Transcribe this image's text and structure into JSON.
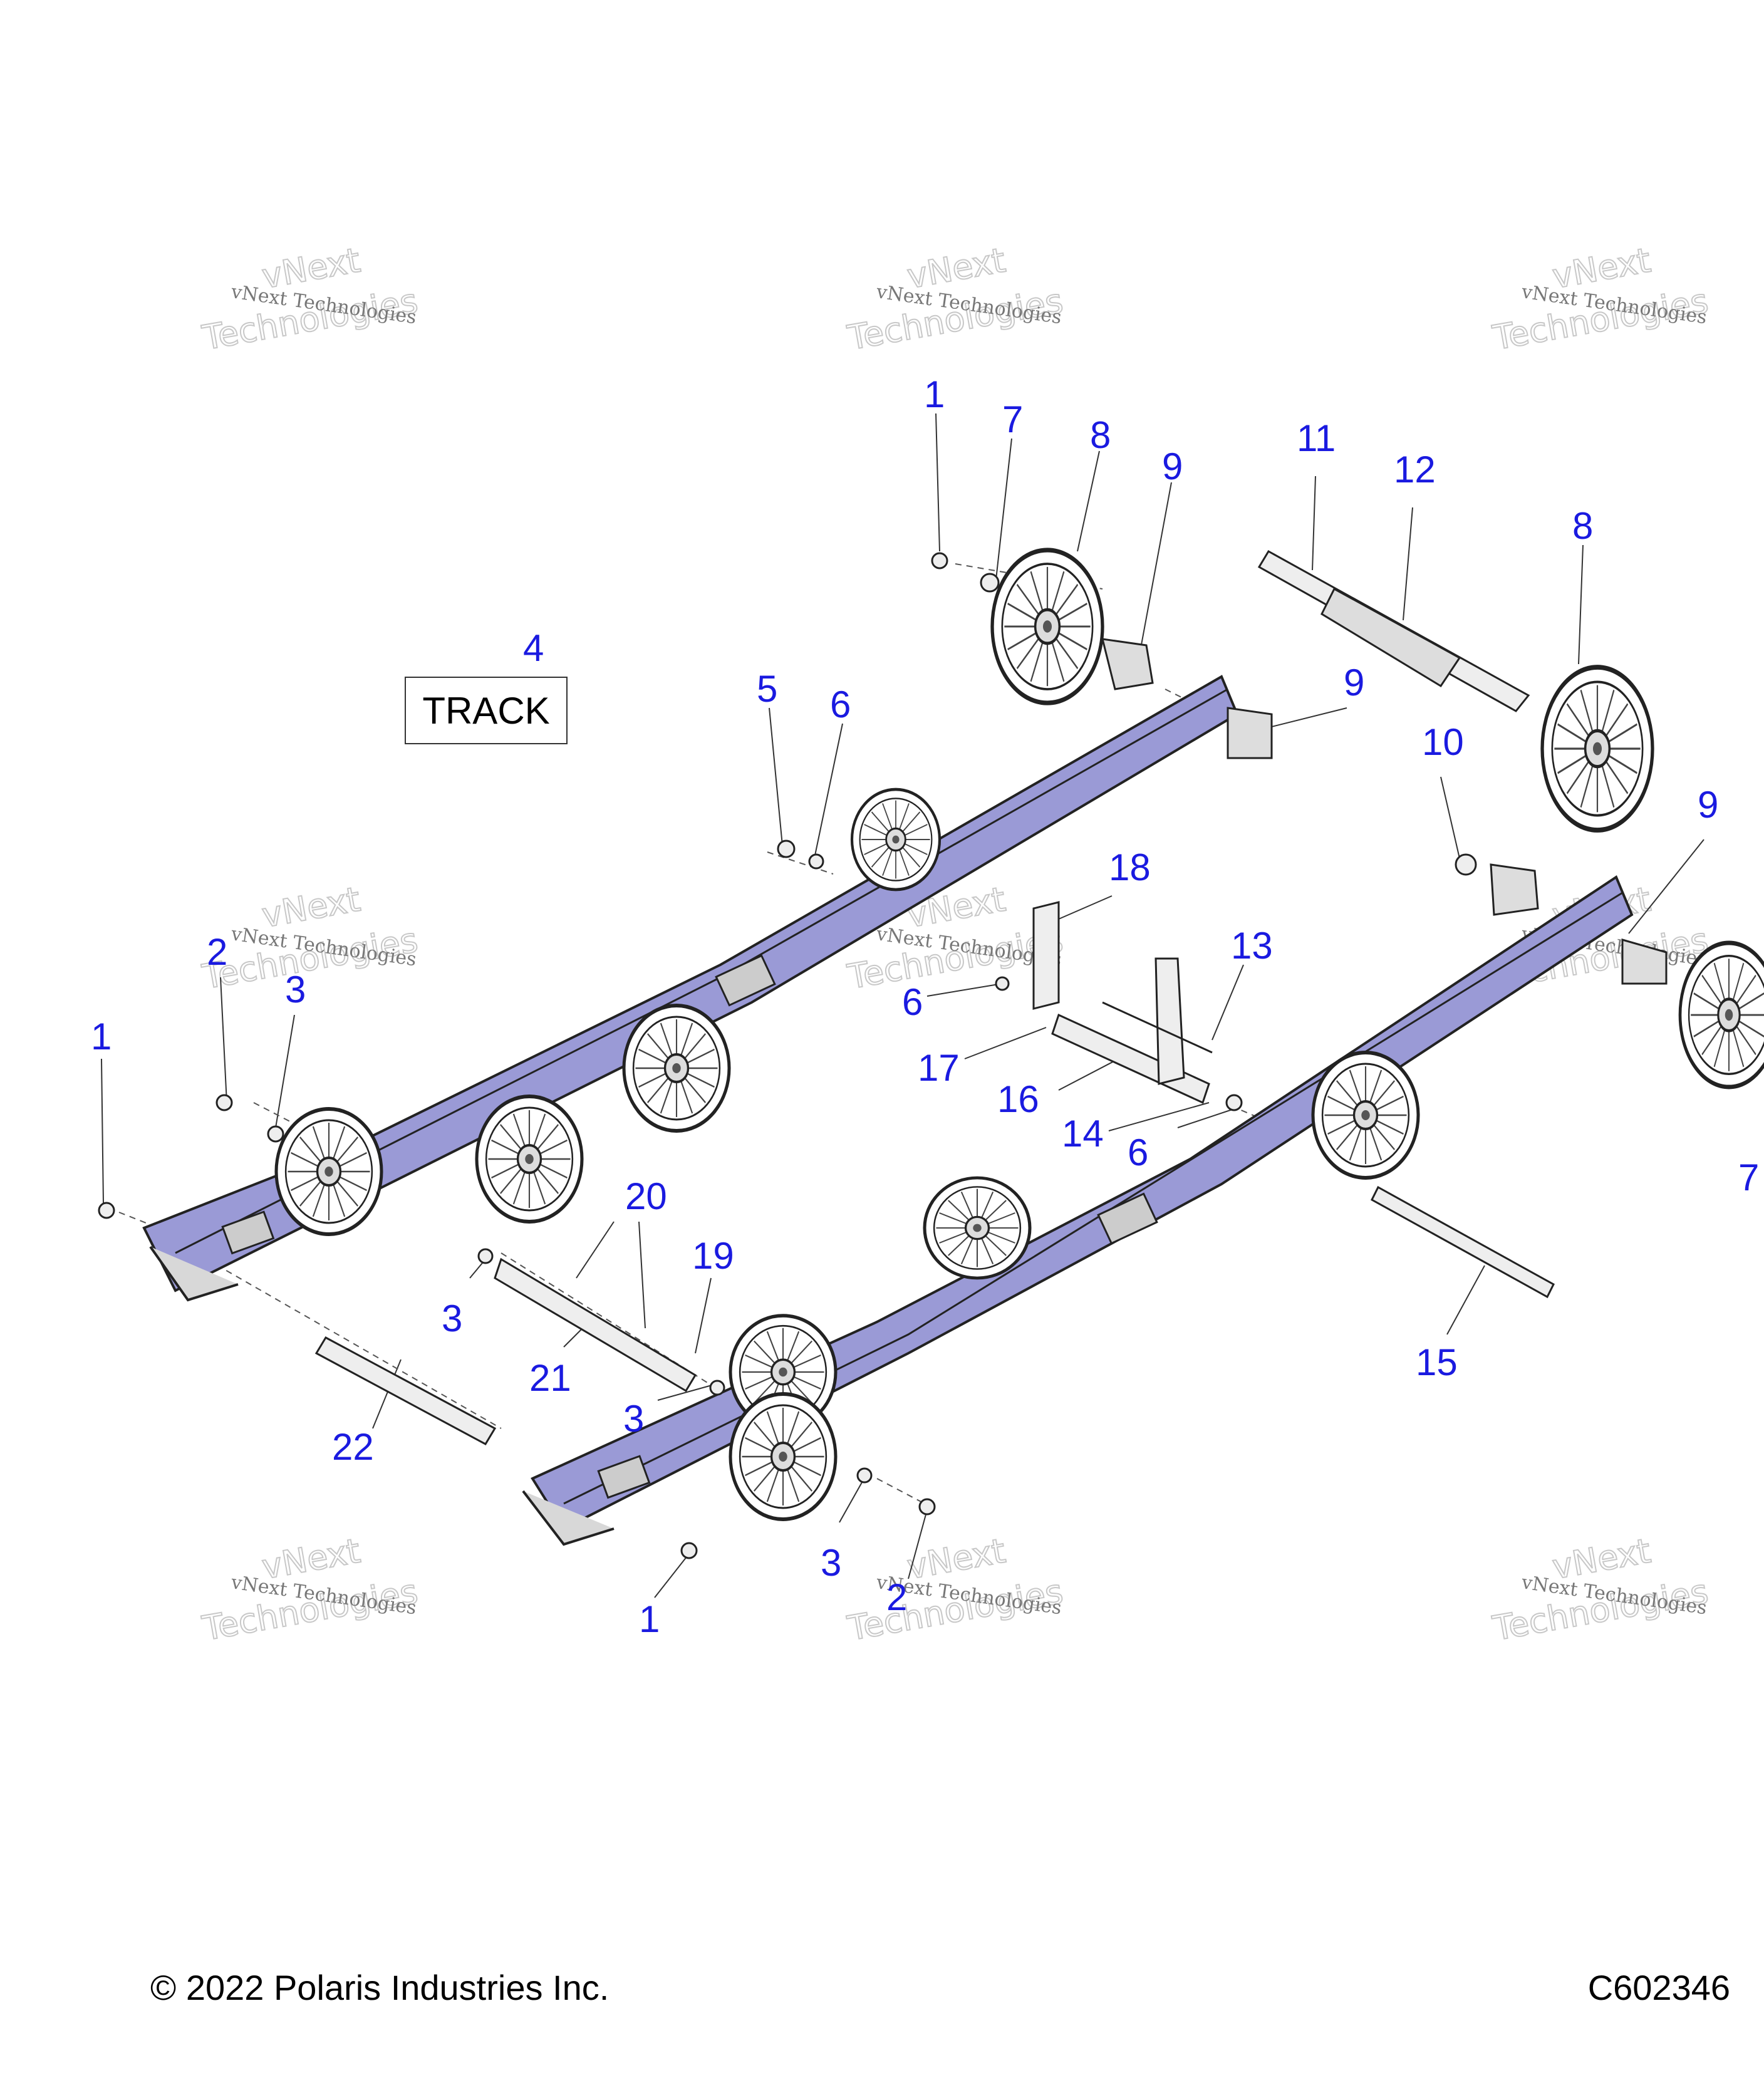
{
  "diagram": {
    "callouts": [
      "1",
      "7",
      "8",
      "9",
      "11",
      "12",
      "8",
      "4",
      "5",
      "6",
      "9",
      "10",
      "9",
      "18",
      "13",
      "2",
      "3",
      "1",
      "6",
      "17",
      "16",
      "14",
      "6",
      "20",
      "19",
      "3",
      "21",
      "3",
      "22",
      "15",
      "3",
      "1",
      "2",
      "7"
    ],
    "track_label": "TRACK",
    "watermark_small": "vNext Technologies",
    "watermark_big_line1": "vNext",
    "watermark_big_line2": "Technologies",
    "copyright": "© 2022 Polaris Industries Inc.",
    "figure_id": "C602346",
    "colors": {
      "callout": "#1a1ae0",
      "rail_fill": "#9a9ad6",
      "outline": "#222222"
    }
  }
}
